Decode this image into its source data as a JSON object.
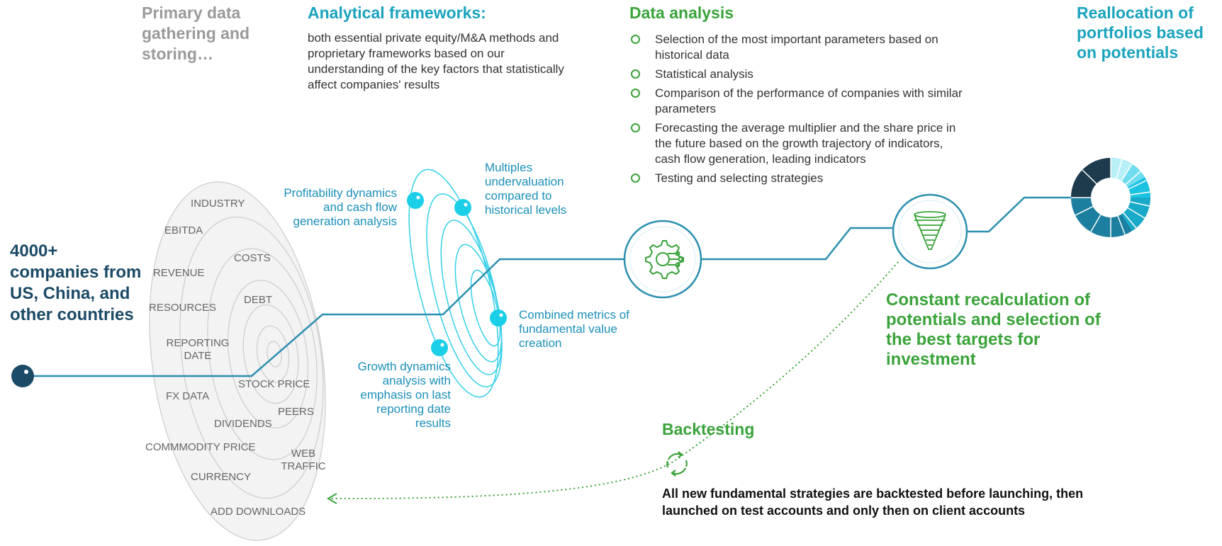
{
  "headers": {
    "primary": "Primary data gathering and storing…",
    "frameworks_title": "Analytical frameworks:",
    "frameworks_body": "both essential private equity/M&A methods and proprietary frameworks based on our understanding of the key factors that statistically affect companies' results",
    "analysis_title": "Data analysis",
    "realloc_title": "Reallocation of portfolios based on potentials"
  },
  "analysis_steps": [
    "Selection of the most important parameters based on historical data",
    "Statistical analysis",
    "Comparison of the performance of companies with similar parameters",
    "Forecasting the average multiplier and the share price in the future based on the growth trajectory of indicators, cash flow generation, leading indicators",
    "Testing and selecting strategies"
  ],
  "companies": "4000+ companies from US, China, and other countries",
  "data_fields": [
    "INDUSTRY",
    "EBITDA",
    "COSTS",
    "REVENUE",
    "DEBT",
    "RESOURCES",
    "REPORTING DATE",
    "STOCK PRICE",
    "FX DATA",
    "PEERS",
    "DIVIDENDS",
    "COMMMODITY PRICE",
    "WEB TRAFFIC",
    "CURRENCY",
    "ADD DOWNLOADS"
  ],
  "framework_labels": {
    "profitability": "Profitability dynamics and cash flow generation analysis",
    "multiples": "Multiples undervaluation compared to historical levels",
    "combined": "Combined metrics of fundamental value creation",
    "growth": "Growth dynamics analysis with emphasis on last reporting date results"
  },
  "recalc": "Constant recalculation of potentials and selection of the best targets for investment",
  "backtesting_title": "Backtesting",
  "backtesting_body": "All new fundamental strategies are backtested before launching, then launched on test accounts and only then on client accounts",
  "icons": [
    "gear-circuit-icon",
    "funnel-icon",
    "refresh-cycle-icon",
    "donut-portfolio-icon"
  ],
  "colors": {
    "teal": "#1aa3bd",
    "green": "#3aa33a",
    "dark_blue": "#1b4a66",
    "cyan": "#1ccfe8",
    "line": "#2b8fb0"
  }
}
